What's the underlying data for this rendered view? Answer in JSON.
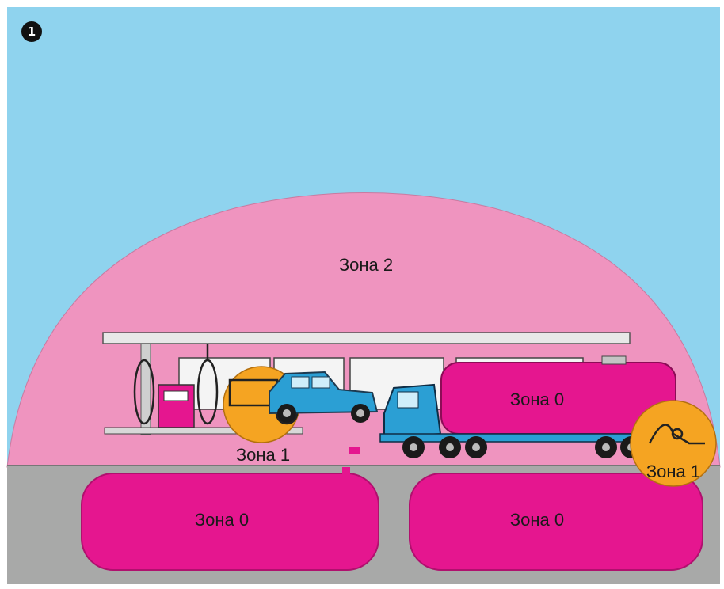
{
  "figure": {
    "number_badge": "1"
  },
  "zones": {
    "zone2": "Зона 2",
    "tanker_zone0": "Зона 0",
    "tank_left_zone0": "Зона 0",
    "tank_right_zone0": "Зона 0",
    "pump_zone1": "Зона 1",
    "outlet_zone1": "Зона 1"
  },
  "colors": {
    "sky": "#8fd3ee",
    "zone2_dome": "#ef94bf",
    "zone0_magenta": "#e5168f",
    "zone1_orange": "#f5a422",
    "ground": "#a8a9a8",
    "truck_cab": "#2b9fd4",
    "canopy": "#e8e8e8"
  },
  "icons": {
    "badge": "number-one-badge-icon",
    "fuel_pump": "fuel-pump-icon",
    "car": "car-icon",
    "tanker_truck": "tanker-truck-icon",
    "hose_reel": "hose-reel-icon"
  }
}
